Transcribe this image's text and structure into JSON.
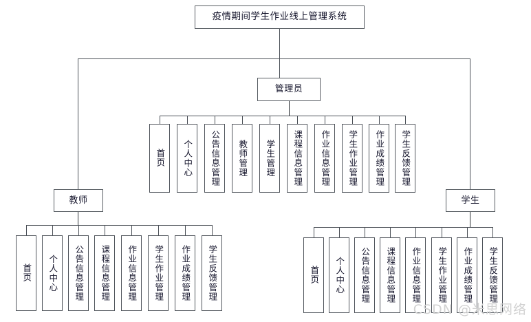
{
  "diagram": {
    "type": "org-chart",
    "title_node": {
      "label": "疫情期间学生作业线上管理系统"
    },
    "roles": [
      {
        "id": "admin",
        "label": "管理员"
      },
      {
        "id": "teacher",
        "label": "教师"
      },
      {
        "id": "student",
        "label": "学生"
      }
    ],
    "admin_items": [
      {
        "label": "首页"
      },
      {
        "label": "个人中心"
      },
      {
        "label": "公告信息管理"
      },
      {
        "label": "教师管理"
      },
      {
        "label": "学生管理"
      },
      {
        "label": "课程信息管理"
      },
      {
        "label": "作业信息管理"
      },
      {
        "label": "学生作业管理"
      },
      {
        "label": "作业成绩管理"
      },
      {
        "label": "学生反馈管理"
      }
    ],
    "teacher_items": [
      {
        "label": "首页"
      },
      {
        "label": "个人中心"
      },
      {
        "label": "公告信息管理"
      },
      {
        "label": "课程信息管理"
      },
      {
        "label": "作业信息管理"
      },
      {
        "label": "学生作业管理"
      },
      {
        "label": "作业成绩管理"
      },
      {
        "label": "学生反馈管理"
      }
    ],
    "student_items": [
      {
        "label": "首页"
      },
      {
        "label": "个人中心"
      },
      {
        "label": "公告信息管理"
      },
      {
        "label": "课程信息管理"
      },
      {
        "label": "作业信息管理"
      },
      {
        "label": "学生作业管理"
      },
      {
        "label": "作业成绩管理"
      },
      {
        "label": "学生反馈管理"
      }
    ],
    "colors": {
      "box_border": "#555a60",
      "line": "#4a4f56",
      "text": "#14142b",
      "background": "#ffffff",
      "watermark": "#d2d2d2"
    }
  },
  "watermark": {
    "text": "CSDN @米思网络"
  }
}
